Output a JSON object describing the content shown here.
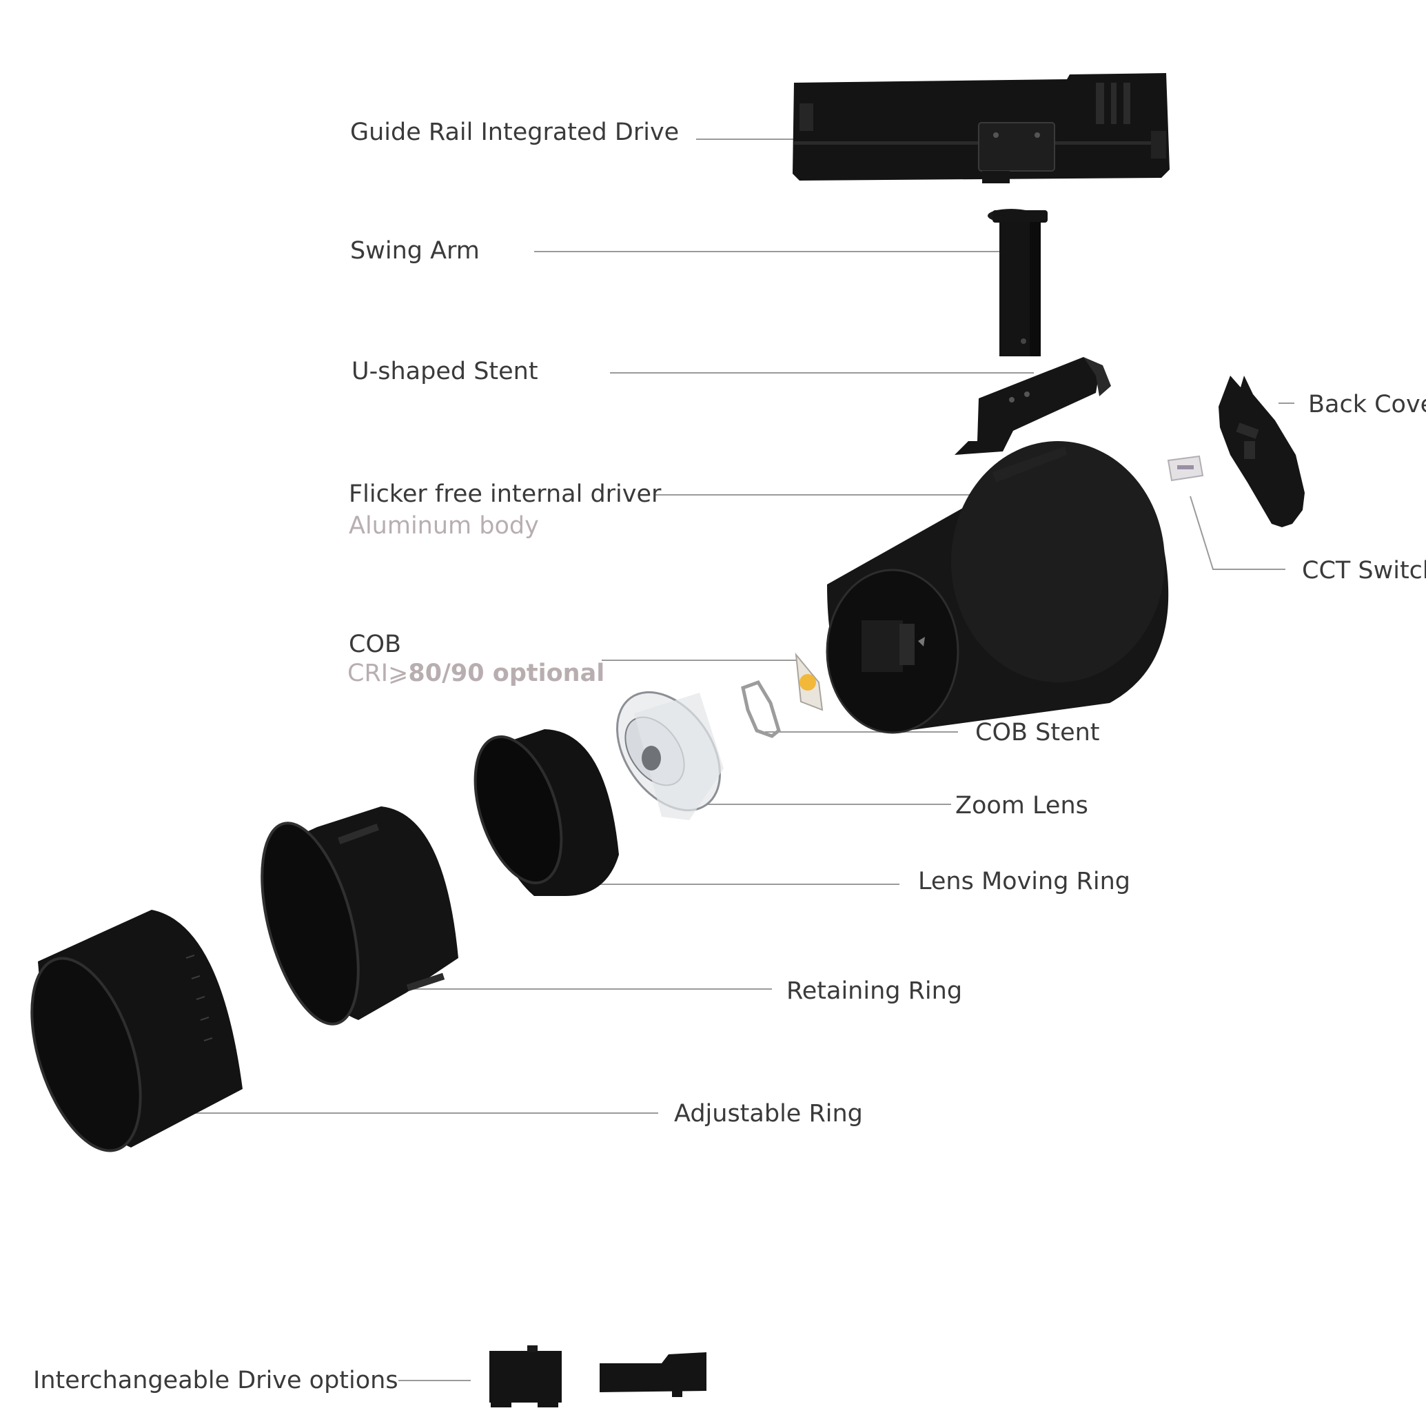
{
  "labels": {
    "guide_rail": "Guide Rail Integrated Drive",
    "swing_arm": "Swing Arm",
    "u_shaped_stent": "U-shaped Stent",
    "flicker_free": "Flicker free internal driver",
    "aluminum_body": "Aluminum body",
    "cob": "COB",
    "cri_prefix": "CRI",
    "cri_value": "80/90 optional",
    "back_cover": "Back Cover",
    "cct_switch": "CCT Switch",
    "cob_stent": "COB Stent",
    "zoom_lens": "Zoom Lens",
    "lens_moving_ring": "Lens Moving Ring",
    "retaining_ring": "Retaining Ring",
    "adjustable_ring": "Adjustable Ring",
    "interchangeable": "Interchangeable Drive options"
  },
  "colors": {
    "part_black": "#111111",
    "text": "#3a3a3a",
    "subtext": "#b8aeb0",
    "leader": "#999999"
  }
}
